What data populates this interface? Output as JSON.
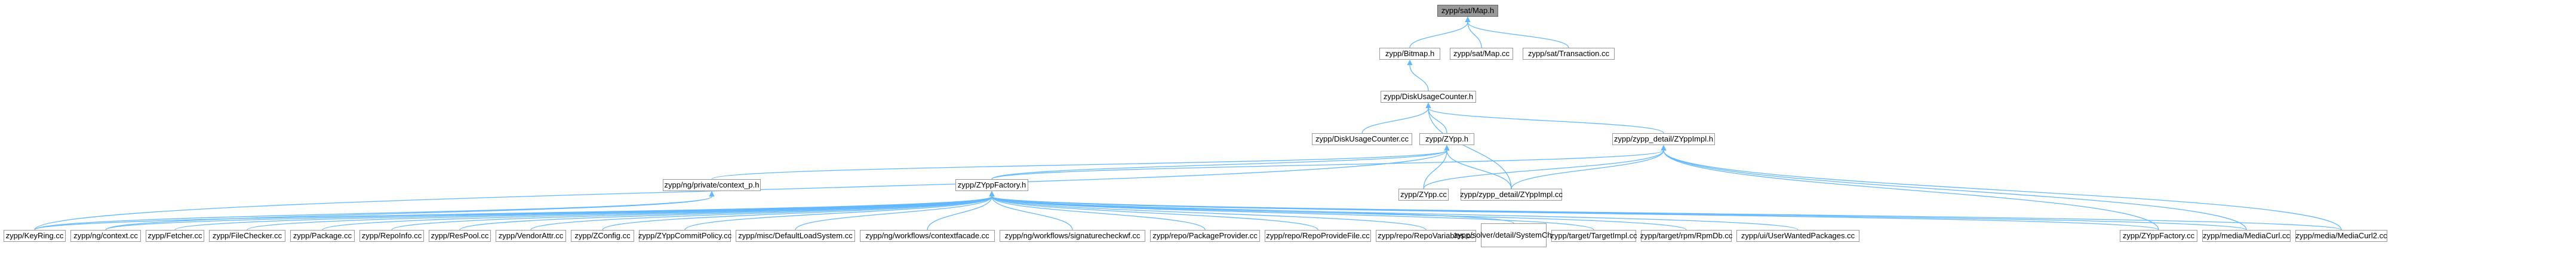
{
  "graph": {
    "root": "zypp/sat/Map.h",
    "nodes": {
      "map_h": "zypp/sat/Map.h",
      "bitmap_h": "zypp/Bitmap.h",
      "map_cc": "zypp/sat/Map.cc",
      "transaction_cc": "zypp/sat/Transaction.cc",
      "duc_h": "zypp/DiskUsageCounter.h",
      "duc_cc": "zypp/DiskUsageCounter.cc",
      "zypp_h": "zypp/ZYpp.h",
      "zyppimpl_h": "zypp/zypp_detail/ZYppImpl.h",
      "context_p_h": "zypp/ng/private/context_p.h",
      "factory_h": "zypp/ZYppFactory.h",
      "zypp_cc": "zypp/ZYpp.cc",
      "zyppimpl_cc": "zypp/zypp_detail/ZYppImpl.cc",
      "keyring_cc": "zypp/KeyRing.cc",
      "ngcontext_cc": "zypp/ng/context.cc",
      "fetcher_cc": "zypp/Fetcher.cc",
      "filechecker_cc": "zypp/FileChecker.cc",
      "package_cc": "zypp/Package.cc",
      "repoinfo_cc": "zypp/RepoInfo.cc",
      "respool_cc": "zypp/ResPool.cc",
      "vendorattr_cc": "zypp/VendorAttr.cc",
      "zconfig_cc": "zypp/ZConfig.cc",
      "commitpolicy_cc": "zypp/ZYppCommitPolicy.cc",
      "defaultloadsystem_cc": "zypp/misc/DefaultLoadSystem.cc",
      "contextfacade_cc": "zypp/ng/workflows/contextfacade.cc",
      "sigcheck_cc": "zypp/ng/workflows/signaturecheckwf.cc",
      "pkgprovider_cc": "zypp/repo/PackageProvider.cc",
      "providefile_cc": "zypp/repo/RepoProvideFile.cc",
      "repovariables_cc": "zypp/repo/RepoVariables.cc",
      "systemcheck_cc": "zypp/solver/detail/SystemCheck.cc",
      "targetimpl_cc": "zypp/target/TargetImpl.cc",
      "rpmdb_cc": "zypp/target/rpm/RpmDb.cc",
      "userwanted_cc": "zypp/ui/UserWantedPackages.cc",
      "factory_cc": "zypp/ZYppFactory.cc",
      "mediacurl_cc": "zypp/media/MediaCurl.cc",
      "mediacurl2_cc": "zypp/media/MediaCurl2.cc"
    }
  }
}
